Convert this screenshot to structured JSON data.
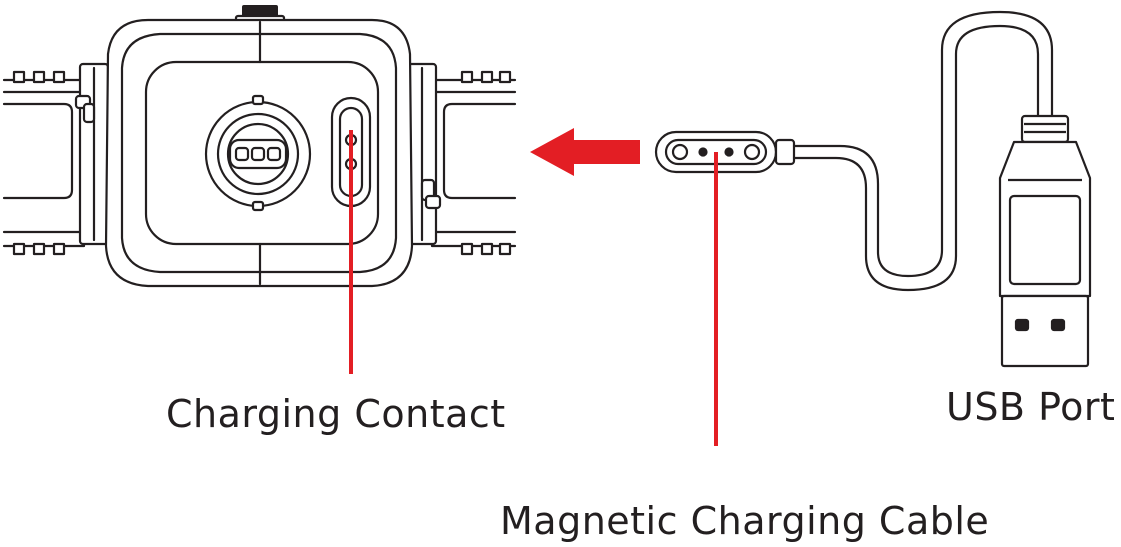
{
  "labels": {
    "charging_contact": "Charging Contact",
    "usb_port": "USB Port",
    "magnetic_cable": "Magnetic Charging Cable"
  },
  "colors": {
    "line_art": "#231f20",
    "accent_red": "#e31e24",
    "background": "#ffffff"
  },
  "icons": {
    "watch": "smartwatch-back-icon",
    "arrow": "arrow-left-icon",
    "connector": "magnetic-connector-icon",
    "usb": "usb-plug-icon"
  }
}
